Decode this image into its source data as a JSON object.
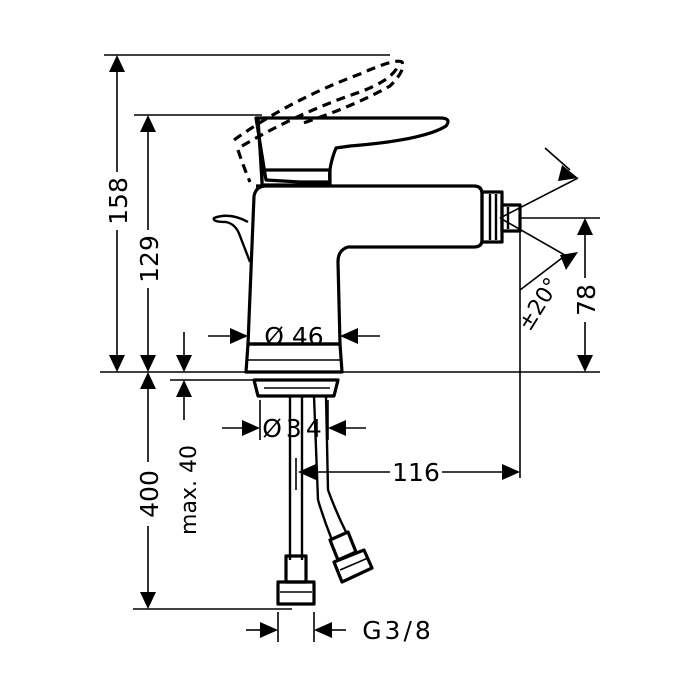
{
  "dimensions": {
    "total_height": "158",
    "body_height": "129",
    "spout_height": "78",
    "swivel_angle": "±20°",
    "base_diameter": "Ø 46",
    "hose_diameter": "Ø34",
    "projection": "116",
    "hose_length": "400",
    "max_deck": "max. 40",
    "connection": "G3/8"
  }
}
